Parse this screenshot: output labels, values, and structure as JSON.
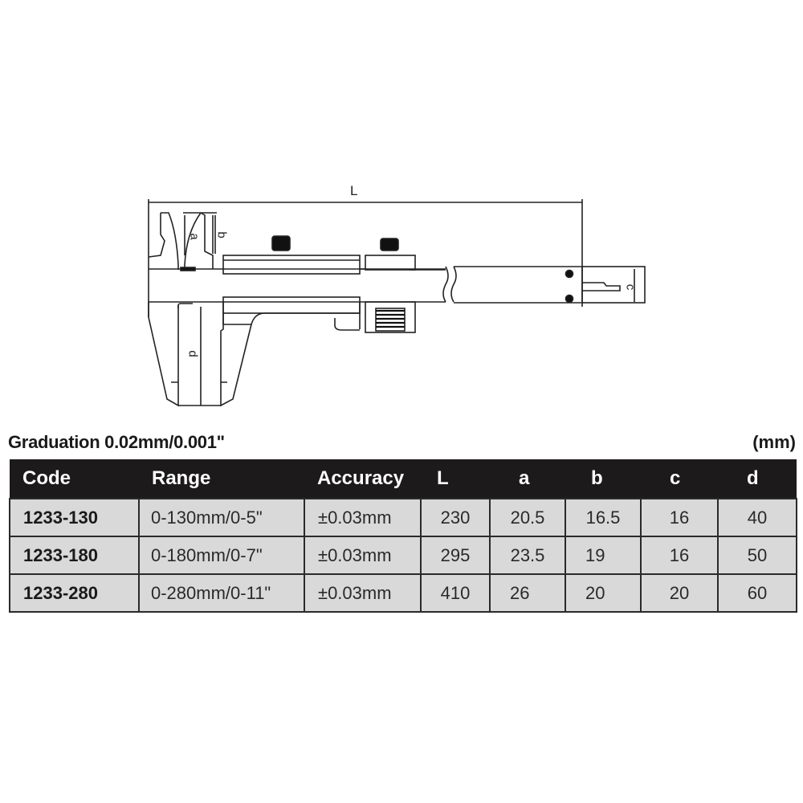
{
  "diagram": {
    "title": "Vernier caliper dimension drawing",
    "labels": {
      "L": "L",
      "a": "a",
      "b": "b",
      "c": "c",
      "d": "d"
    }
  },
  "graduation_label": "Graduation 0.02mm/0.001\"",
  "unit_label": "(mm)",
  "table": {
    "headers": [
      "Code",
      "Range",
      "Accuracy",
      "L",
      "a",
      "b",
      "c",
      "d"
    ],
    "rows": [
      [
        "1233-130",
        "0-130mm/0-5\"",
        "±0.03mm",
        "230",
        "20.5",
        "16.5",
        "16",
        "40"
      ],
      [
        "1233-180",
        "0-180mm/0-7\"",
        "±0.03mm",
        "295",
        "23.5",
        "19",
        "16",
        "50"
      ],
      [
        "1233-280",
        "0-280mm/0-11\"",
        "±0.03mm",
        "410",
        "26",
        "20",
        "20",
        "60"
      ]
    ]
  },
  "colors": {
    "header_bg": "#1c1a1a",
    "cell_bg": "#d9d9d9",
    "line": "#2a2a2a"
  }
}
